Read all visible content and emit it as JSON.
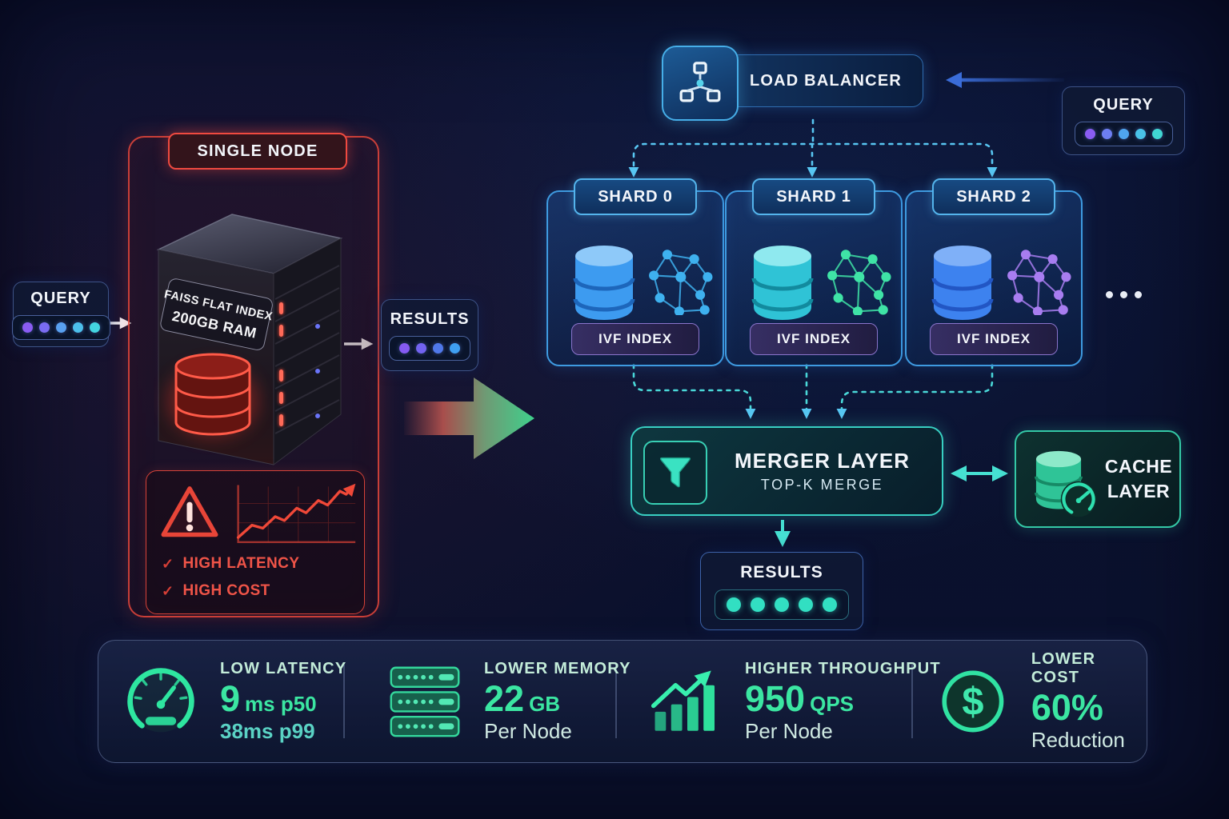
{
  "single_node": {
    "title": "SINGLE NODE",
    "server_label_line1": "FAISS FLAT INDEX",
    "server_label_line2": "200GB RAM",
    "query": {
      "label": "QUERY",
      "dots": [
        "#8a5cf2",
        "#7a6cf2",
        "#58a0f0",
        "#4cbeea",
        "#43d4e0"
      ]
    },
    "results": {
      "label": "RESULTS",
      "dots": [
        "#855af2",
        "#7263f0",
        "#4f78ea",
        "#3f9ff2"
      ]
    },
    "issues": {
      "check_glyph": "✓",
      "items": [
        {
          "text": "HIGH LATENCY"
        },
        {
          "text": "HIGH COST"
        }
      ]
    }
  },
  "distributed": {
    "load_balancer_label": "LOAD BALANCER",
    "query": {
      "label": "QUERY",
      "dots": [
        "#8a5cf2",
        "#6d7ef2",
        "#4fa4ee",
        "#49c2e8",
        "#40d6d2"
      ]
    },
    "shards": [
      {
        "title": "SHARD 0",
        "index_label": "IVF INDEX",
        "colors": {
          "db-top": "#8ec9f9",
          "db-body": "#3d9bf0",
          "db-dark": "#1d66bb",
          "graph": "#3eb1ef"
        }
      },
      {
        "title": "SHARD 1",
        "index_label": "IVF INDEX",
        "colors": {
          "db-top": "#8fe9ef",
          "db-body": "#2fc3d6",
          "db-dark": "#128a9e",
          "graph": "#3fe3a6"
        }
      },
      {
        "title": "SHARD 2",
        "index_label": "IVF INDEX",
        "colors": {
          "db-top": "#7fb0f8",
          "db-body": "#3d82ef",
          "db-dark": "#2256c4",
          "graph": "#a87df0"
        }
      }
    ],
    "more_dots": [
      "#e9edf5",
      "#e9edf5",
      "#e9edf5"
    ],
    "merger": {
      "title": "MERGER LAYER",
      "subtitle": "TOP-K MERGE"
    },
    "cache": {
      "line1": "CACHE",
      "line2": "LAYER",
      "colors": {
        "db-top": "#8de9c9",
        "db-body": "#2fc497",
        "db-dark": "#178a66"
      }
    },
    "results": {
      "label": "RESULTS",
      "dots": [
        "#32dfc2",
        "#32dfc2",
        "#32dfc2",
        "#32dfc2",
        "#32dfc2"
      ]
    }
  },
  "stats": [
    {
      "label": "LOW LATENCY",
      "value": "9",
      "unit": "ms p50",
      "secondary": "38ms p99"
    },
    {
      "label": "LOWER MEMORY",
      "value": "22",
      "unit": "GB",
      "secondary": "Per Node"
    },
    {
      "label": "HIGHER THROUGHPUT",
      "value": "950",
      "unit": "QPS",
      "secondary": "Per Node"
    },
    {
      "label": "LOWER COST",
      "value": "60%",
      "unit": "",
      "secondary": "Reduction",
      "icon_glyph": "$"
    }
  ],
  "colors": {
    "alert": "#ef4a40",
    "accent_blue": "#58c6f2",
    "accent_teal": "#46e0d2",
    "success_green": "#3be6a2"
  }
}
